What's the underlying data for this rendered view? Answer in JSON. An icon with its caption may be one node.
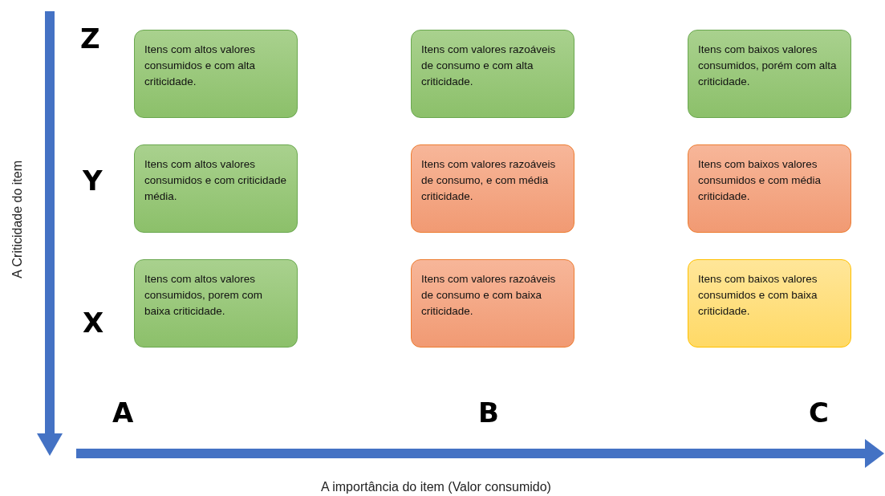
{
  "diagram": {
    "nodes": [
      {
        "text": [
          "Itens com altos valores consumidos e com alta criticidade."
        ]
      },
      {
        "text": [
          "Itens com valores razoáveis de consumo e com alta criticidade."
        ]
      },
      {
        "text": [
          "Itens com baixos valores consumidos, porém com alta criticidade."
        ]
      },
      {
        "text": [
          "Itens com altos valores consumidos e com criticidade média."
        ]
      },
      {
        "text": [
          "Itens com valores razoáveis de consumo, e com média criticidade."
        ]
      },
      {
        "text": [
          "Itens com baixos valores consumidos e com média criticidade."
        ]
      },
      {
        "text": [
          "Itens com altos valores consumidos, porem com baixa criticidade."
        ]
      },
      {
        "text": [
          "Itens com valores razoáveis de consumo e com baixa criticidade."
        ]
      },
      {
        "text": [
          "Itens com baixos valores consumidos e com baixa criticidade."
        ]
      }
    ],
    "labels": [
      "Z",
      "Y",
      "X",
      "A",
      "B",
      "C",
      "A Criticidade do item",
      "A importância do item (Valor consumido)"
    ]
  }
}
